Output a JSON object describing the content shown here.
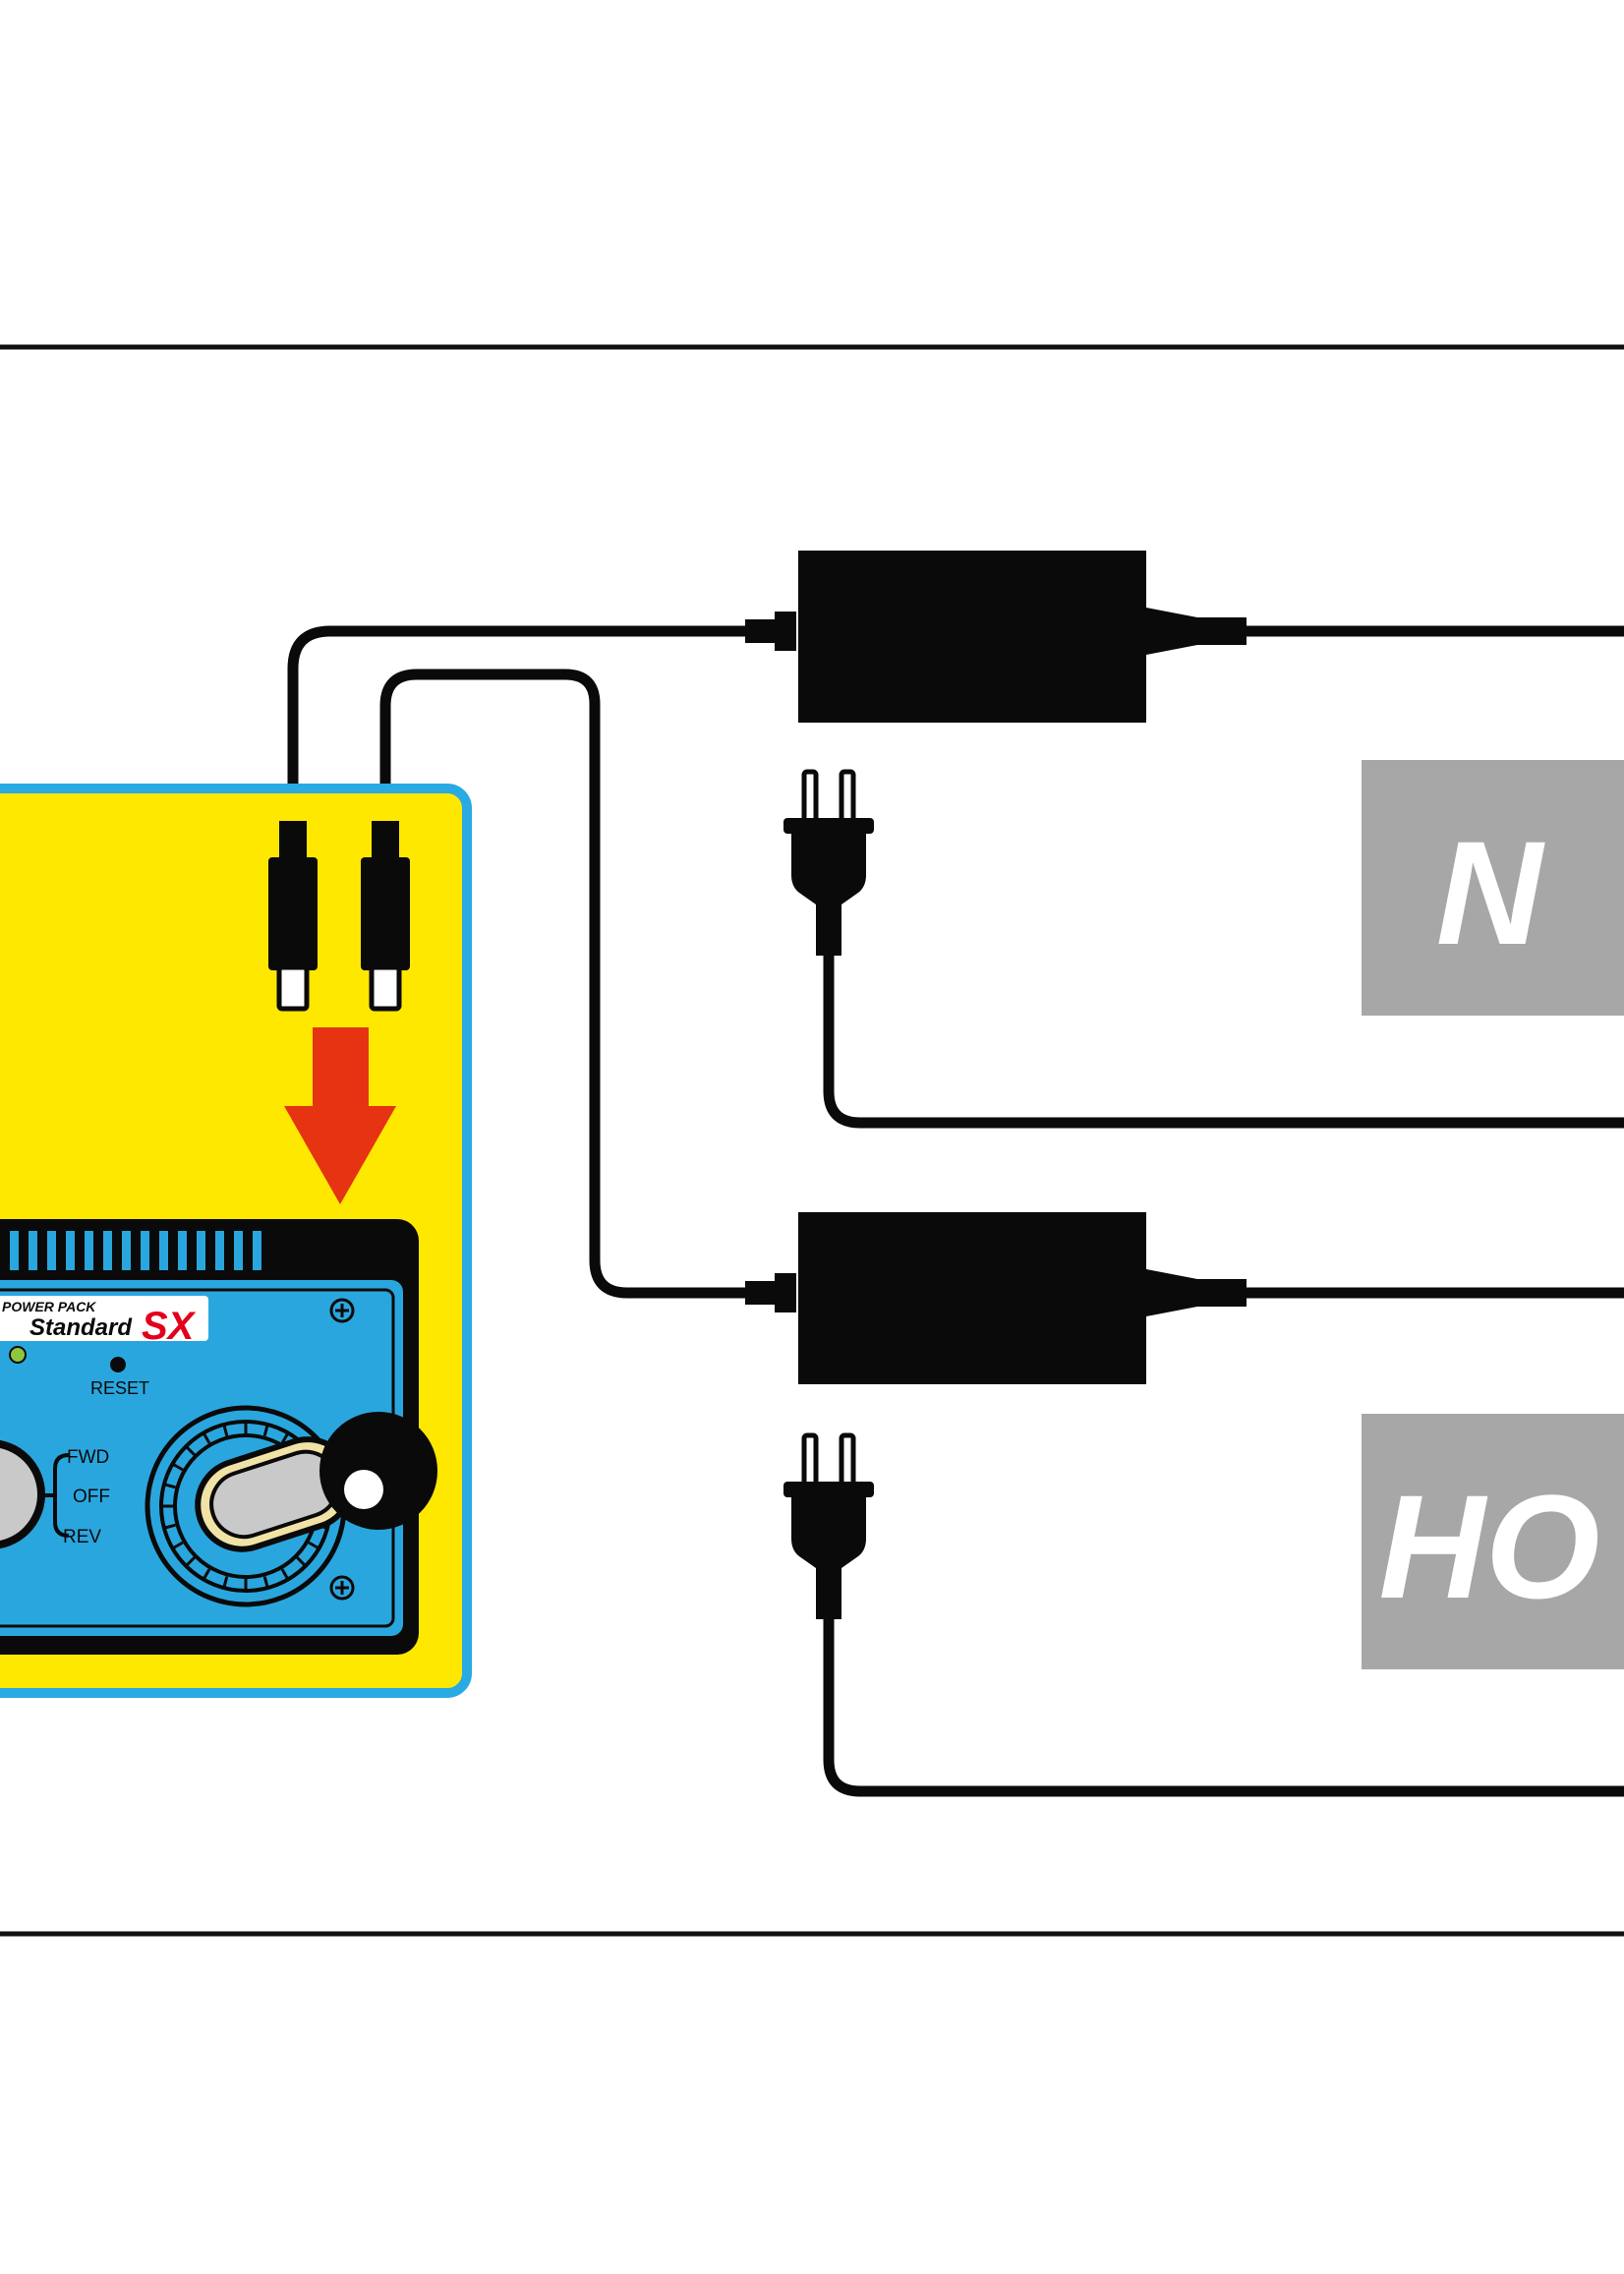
{
  "colors": {
    "frame_line": "#111111",
    "panel_yellow": "#ffe800",
    "panel_border_blue": "#29aae2",
    "device_blue": "#2aa6de",
    "device_dark": "#0a0a0a",
    "arrow_red": "#e63312",
    "logo_red": "#e3001b",
    "label_box_gray": "#a7a7a7",
    "label_text": "#ffffff",
    "led_green": "#8cc63f",
    "knob_cream": "#f1e3a6",
    "knob_gray": "#c9c9c9"
  },
  "power_pack": {
    "brand_line": "POWER PACK",
    "model_word": "Standard",
    "model_suffix": "SX",
    "reset_label": "RESET",
    "direction_labels": [
      "FWD",
      "OFF",
      "REV"
    ]
  },
  "adapters": [
    {
      "scale_label": "N",
      "icons": [
        "ac-adapter-icon",
        "wall-plug-icon"
      ]
    },
    {
      "scale_label": "HO",
      "icons": [
        "ac-adapter-icon",
        "wall-plug-icon"
      ]
    }
  ],
  "icons": [
    "dc-plug-icon",
    "down-arrow-icon",
    "ac-adapter-icon",
    "wall-plug-icon"
  ]
}
